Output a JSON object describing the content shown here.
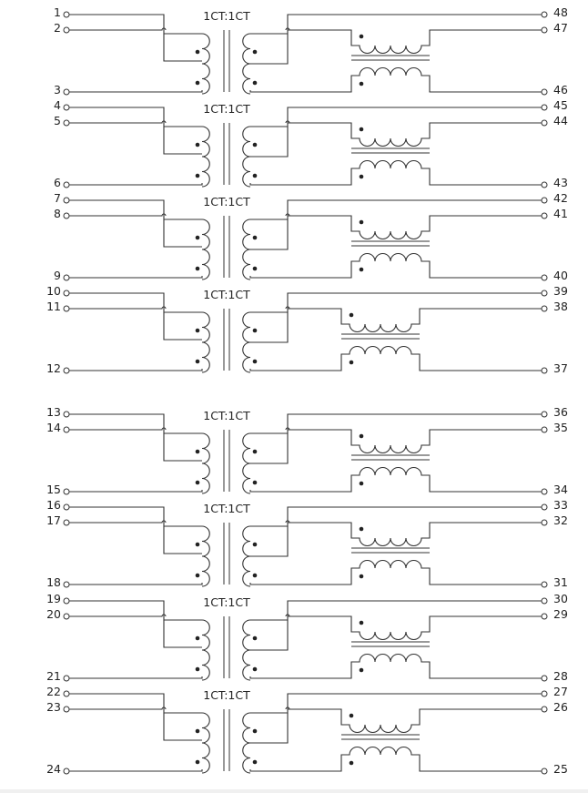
{
  "colors": {
    "line": "#333333",
    "background": "#ffffff",
    "text": "#222222"
  },
  "channels": [
    {
      "ratio": "1CT:1CT",
      "left_pins": [
        "1",
        "2",
        "3"
      ],
      "right_pins": [
        "48",
        "47",
        "46"
      ]
    },
    {
      "ratio": "1CT:1CT",
      "left_pins": [
        "4",
        "5",
        "6"
      ],
      "right_pins": [
        "45",
        "44",
        "43"
      ]
    },
    {
      "ratio": "1CT:1CT",
      "left_pins": [
        "7",
        "8",
        "9"
      ],
      "right_pins": [
        "42",
        "41",
        "40"
      ]
    },
    {
      "ratio": "1CT:1CT",
      "left_pins": [
        "10",
        "11",
        "12"
      ],
      "right_pins": [
        "39",
        "38",
        "37"
      ]
    },
    {
      "ratio": "1CT:1CT",
      "left_pins": [
        "13",
        "14",
        "15"
      ],
      "right_pins": [
        "36",
        "35",
        "34"
      ]
    },
    {
      "ratio": "1CT:1CT",
      "left_pins": [
        "16",
        "17",
        "18"
      ],
      "right_pins": [
        "33",
        "32",
        "31"
      ]
    },
    {
      "ratio": "1CT:1CT",
      "left_pins": [
        "19",
        "20",
        "21"
      ],
      "right_pins": [
        "30",
        "29",
        "28"
      ]
    },
    {
      "ratio": "1CT:1CT",
      "left_pins": [
        "22",
        "23",
        "24"
      ],
      "right_pins": [
        "27",
        "26",
        "25"
      ]
    }
  ]
}
